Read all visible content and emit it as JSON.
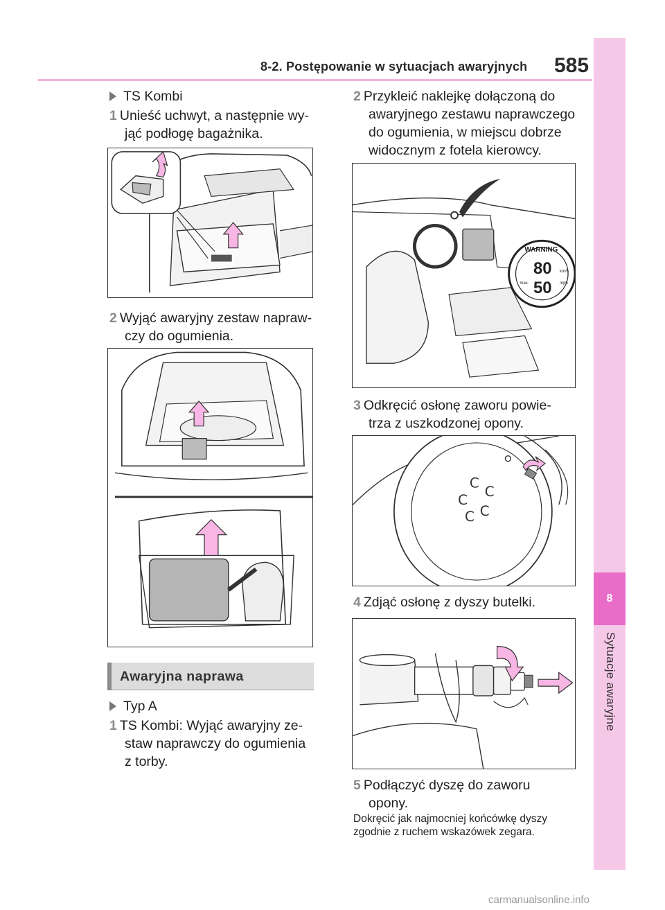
{
  "header": {
    "section": "8-2. Postępowanie w sytuacjach awaryjnych",
    "page_number": "585"
  },
  "side_tab": {
    "chapter_number": "8",
    "chapter_title": "Sytuacje awaryjne"
  },
  "left_column": {
    "ts_kombi_heading": "TS Kombi",
    "step1": {
      "number": "1",
      "lines": [
        "Unieść uchwyt, a następnie wy-",
        "jąć podłogę bagażnika."
      ]
    },
    "step2": {
      "number": "2",
      "lines": [
        "Wyjąć awaryjny zestaw napraw-",
        "czy do ogumienia."
      ]
    },
    "section_heading": "Awaryjna naprawa",
    "typ_a_heading": "Typ A",
    "step1b": {
      "number": "1",
      "lines": [
        "TS Kombi: Wyjąć awaryjny ze-",
        "staw naprawczy do ogumienia",
        "z torby."
      ]
    }
  },
  "right_column": {
    "step2": {
      "number": "2",
      "lines": [
        "Przykleić naklejkę dołączoną do",
        "awaryjnego zestawu naprawczego",
        "do ogumienia, w miejscu dobrze",
        "widocznym z fotela kierowcy."
      ]
    },
    "sticker": {
      "warning": "WARNING",
      "kmh": "80",
      "mph": "50",
      "kmh_unit": "km/h",
      "mph_unit": "mph",
      "max_label": "max."
    },
    "step3": {
      "number": "3",
      "lines": [
        "Odkręcić osłonę zaworu powie-",
        "trza z uszkodzonej opony."
      ]
    },
    "step4": {
      "number": "4",
      "lines": [
        "Zdjąć osłonę z dyszy butelki."
      ]
    },
    "step5": {
      "number": "5",
      "lines": [
        "Podłączyć dyszę do zaworu",
        "opony."
      ]
    },
    "note": [
      "Dokręcić jak najmocniej końcówkę dyszy",
      "zgodnie z ruchem wskazówek zegara."
    ]
  },
  "footer": {
    "watermark": "carmanualsonline.info"
  },
  "colors": {
    "accent_pink": "#e96cc9",
    "tab_pink": "#f6c8e8",
    "arrow_fill": "#f7b6e3",
    "heading_gray": "#dcdcdc"
  }
}
